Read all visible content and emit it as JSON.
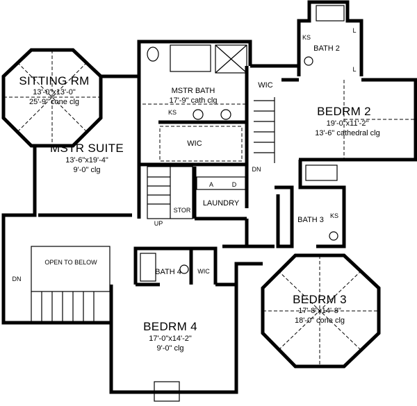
{
  "rooms": {
    "sitting": {
      "name": "SITTING RM",
      "size": "13'-0\"x13'-0\"",
      "ceiling": "25'-9\" cone clg"
    },
    "mstr_suite": {
      "name": "MSTR SUITE",
      "size": "13'-6\"x19'-4\"",
      "ceiling": "9'-0\" clg"
    },
    "mstr_bath": {
      "name": "MSTR BATH",
      "ceiling": "17'-9\" cath clg"
    },
    "wic_master": {
      "name": "WIC"
    },
    "wic_upper": {
      "name": "WIC"
    },
    "wic_bath4": {
      "name": "WIC"
    },
    "bath2": {
      "name": "BATH 2"
    },
    "bedrm2": {
      "name": "BEDRM 2",
      "size": "19'-0\"x11'-2\"",
      "ceiling": "13'-6\" cathedral clg"
    },
    "laundry": {
      "name": "LAUNDRY"
    },
    "stor": {
      "name": "STOR"
    },
    "bath3": {
      "name": "BATH 3"
    },
    "bath4": {
      "name": "BATH 4"
    },
    "open_below": {
      "name": "OPEN TO BELOW"
    },
    "bedrm3": {
      "name": "BEDRM 3",
      "size": "17'-8\"x14'-8\"",
      "ceiling": "18'-0\" cone clg"
    },
    "bedrm4": {
      "name": "BEDRM 4",
      "size": "17'-0\"x14'-2\"",
      "ceiling": "9'-0\" clg"
    }
  },
  "fixtures": {
    "ks1": "KS",
    "ks2": "KS",
    "ks3": "KS",
    "l1": "L",
    "l2": "L",
    "washer": "A",
    "dryer": "D"
  },
  "stairs": {
    "up": "UP",
    "dn1": "DN",
    "dn2": "DN"
  }
}
